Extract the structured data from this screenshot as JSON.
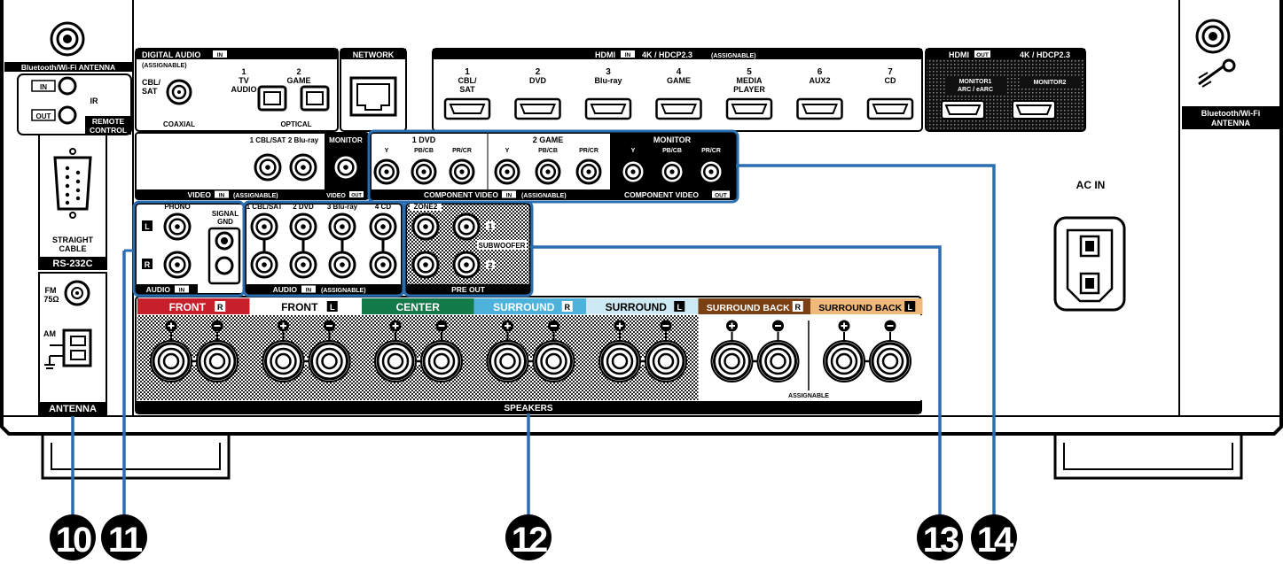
{
  "bt_antenna_left": "Bluetooth/Wi-Fi ANTENNA",
  "bt_antenna_right": [
    "Bluetooth/Wi-Fi",
    "ANTENNA"
  ],
  "remote_control": {
    "in": "IN",
    "out": "OUT",
    "ir": "IR",
    "label1": "REMOTE",
    "label2": "CONTROL"
  },
  "rs232c": {
    "label1": "STRAIGHT",
    "label2": "CABLE",
    "title": "RS-232C"
  },
  "antenna": {
    "fm1": "FM",
    "fm2": "75Ω",
    "am": "AM",
    "title": "ANTENNA"
  },
  "digital_audio": {
    "title": "DIGITAL AUDIO",
    "in_badge": "IN",
    "assignable": "(ASSIGNABLE)",
    "cbl1": "CBL/",
    "cbl2": "SAT",
    "coaxial": "COAXIAL",
    "tv1": "1",
    "tv2": "TV",
    "tv3": "AUDIO",
    "game1": "2",
    "game2": "GAME",
    "optical": "OPTICAL"
  },
  "network": "NETWORK",
  "hdmi_in": {
    "title": "HDMI",
    "in_badge": "IN",
    "spec": "4K / HDCP2.3",
    "assignable": "(ASSIGNABLE)",
    "inputs": [
      {
        "num": "1",
        "l1": "CBL/",
        "l2": "SAT"
      },
      {
        "num": "2",
        "l1": "DVD",
        "l2": ""
      },
      {
        "num": "3",
        "l1": "Blu-ray",
        "l2": ""
      },
      {
        "num": "4",
        "l1": "GAME",
        "l2": ""
      },
      {
        "num": "5",
        "l1": "MEDIA",
        "l2": "PLAYER"
      },
      {
        "num": "6",
        "l1": "AUX2",
        "l2": ""
      },
      {
        "num": "7",
        "l1": "CD",
        "l2": ""
      }
    ]
  },
  "hdmi_out": {
    "title": "HDMI",
    "out_badge": "OUT",
    "spec": "4K / HDCP2.3",
    "mon1a": "MONITOR1",
    "mon1b": "ARC / eARC",
    "mon2": "MONITOR2"
  },
  "video": {
    "cbl": "1 CBL/SAT",
    "bluray": "2 Blu-ray",
    "monitor": "MONITOR",
    "title": "VIDEO",
    "in_badge": "IN",
    "assignable": "(ASSIGNABLE)",
    "out_title": "VIDEO",
    "out_badge": "OUT"
  },
  "component": {
    "dvd": "1 DVD",
    "game": "2 GAME",
    "monitor": "MONITOR",
    "y": "Y",
    "pb": "PB/CB",
    "pr": "PR/CR",
    "title": "COMPONENT VIDEO",
    "in_badge": "IN",
    "assignable": "(ASSIGNABLE)",
    "out_title": "COMPONENT VIDEO",
    "out_badge": "OUT"
  },
  "audio_in": {
    "phono": "PHONO",
    "l": "L",
    "r": "R",
    "signal1": "SIGNAL",
    "signal2": "GND",
    "phono_title": "AUDIO",
    "in_badge": "IN",
    "cols": [
      "1 CBL/SAT",
      "2 DVD",
      "3 Blu-ray",
      "4 CD"
    ],
    "title": "AUDIO",
    "assignable": "(ASSIGNABLE)"
  },
  "pre_out": {
    "zone2": "ZONE2",
    "sub1": "1",
    "sub2": "2",
    "subwoofer": "SUBWOOFER",
    "title": "PRE OUT"
  },
  "speakers": {
    "title": "SPEAKERS",
    "assignable": "ASSIGNABLE",
    "channels": [
      {
        "label": "FRONT",
        "badge": "R",
        "color": "#c8202a"
      },
      {
        "label": "FRONT",
        "badge": "L",
        "color": "#ffffff"
      },
      {
        "label": "CENTER",
        "badge": "",
        "color": "#137a4a"
      },
      {
        "label": "SURROUND",
        "badge": "R",
        "color": "#4db3dc"
      },
      {
        "label": "SURROUND",
        "badge": "L",
        "color": "#cde9f3"
      },
      {
        "label": "SURROUND BACK",
        "badge": "R",
        "color": "#7a3f12"
      },
      {
        "label": "SURROUND BACK",
        "badge": "L",
        "color": "#f0b97a"
      }
    ]
  },
  "ac_in": "AC IN",
  "callouts": [
    "10",
    "11",
    "12",
    "13",
    "14"
  ],
  "callout_color": "#2a6db0"
}
